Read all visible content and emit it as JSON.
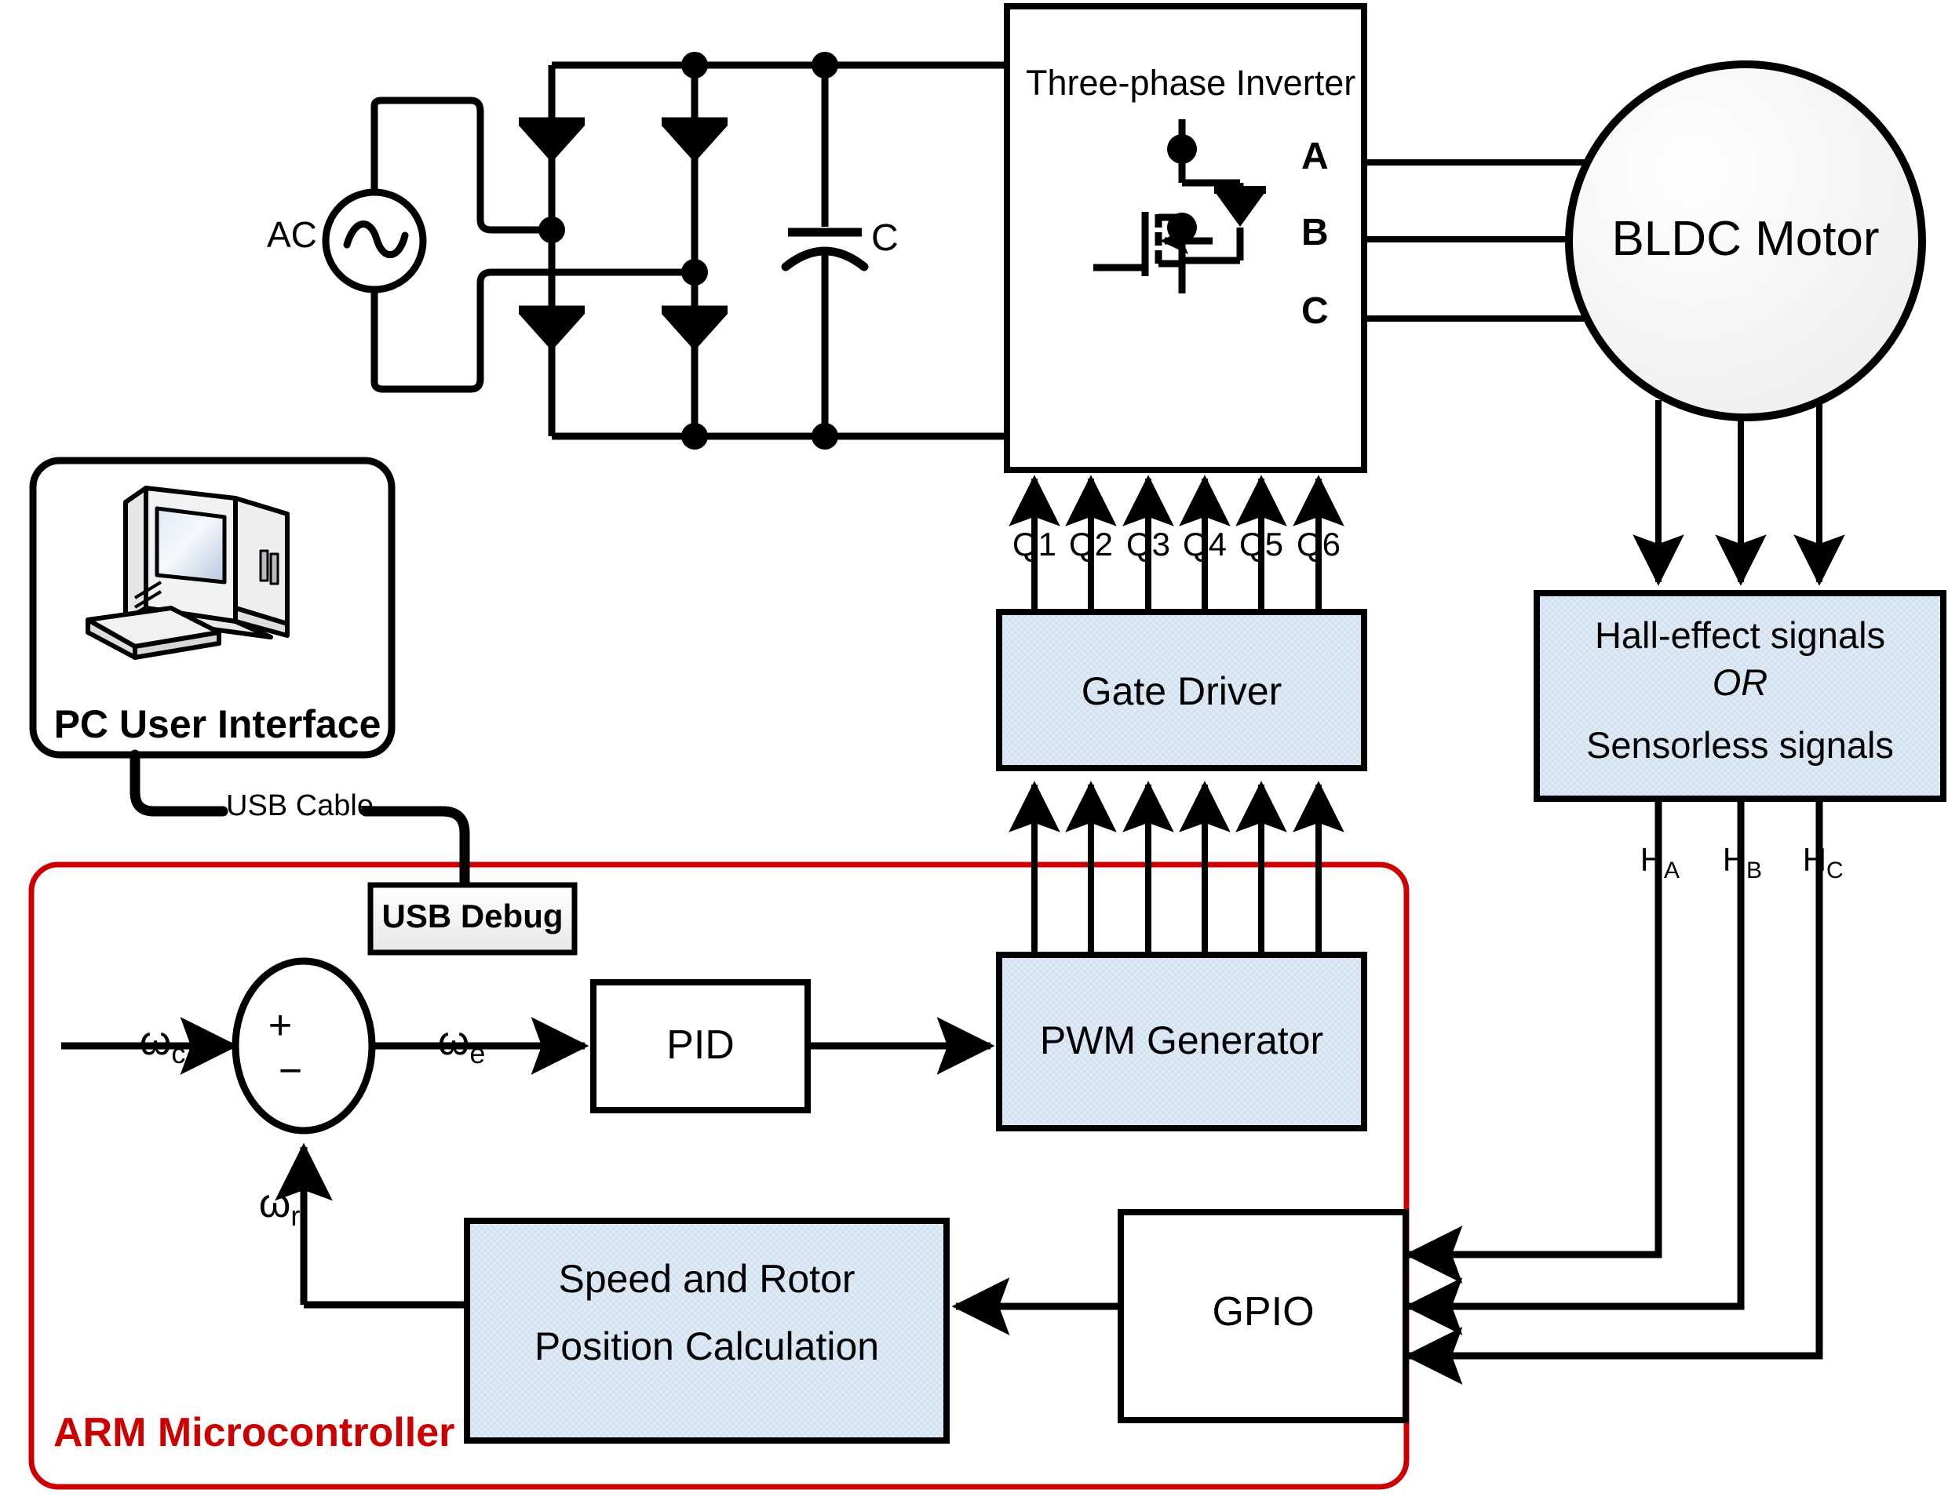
{
  "diagram": {
    "title_semantic": "BLDC motor drive control block diagram",
    "colors": {
      "line": "#000000",
      "boundary": "#cc0000",
      "block_fill": "#dce9f4",
      "motor_fill": "#f4f4f4",
      "usb_fill": "#f2f2f2"
    }
  },
  "power_stage": {
    "ac_source_label": "AC",
    "capacitor_label": "C",
    "inverter_title": "Three-phase Inverter",
    "phase_labels": [
      "A",
      "B",
      "C"
    ],
    "gate_signal_labels": [
      "Q1",
      "Q2",
      "Q3",
      "Q4",
      "Q5",
      "Q6"
    ]
  },
  "motor": {
    "label": "BLDC Motor"
  },
  "sensing": {
    "line1": "Hall-effect signals",
    "line2": "OR",
    "line3": "Sensorless signals",
    "hall_labels": [
      "H",
      "H",
      "H"
    ],
    "hall_subscripts": [
      "A",
      "B",
      "C"
    ]
  },
  "gate_driver": {
    "label": "Gate Driver"
  },
  "pc": {
    "label": "PC User Interface",
    "cable_label": "USB Cable",
    "debug_label": "USB Debug"
  },
  "controller": {
    "boundary_label": "ARM Microcontroller",
    "summer": {
      "plus": "+",
      "minus": "−"
    },
    "signals": {
      "command": "ω",
      "command_sub": "c",
      "error": "ω",
      "error_sub": "e",
      "feedback": "ω",
      "feedback_sub": "r"
    },
    "blocks": {
      "pid": "PID",
      "pwm": "PWM Generator",
      "gpio": "GPIO",
      "speed_calc_line1": "Speed and Rotor",
      "speed_calc_line2": "Position Calculation"
    }
  }
}
